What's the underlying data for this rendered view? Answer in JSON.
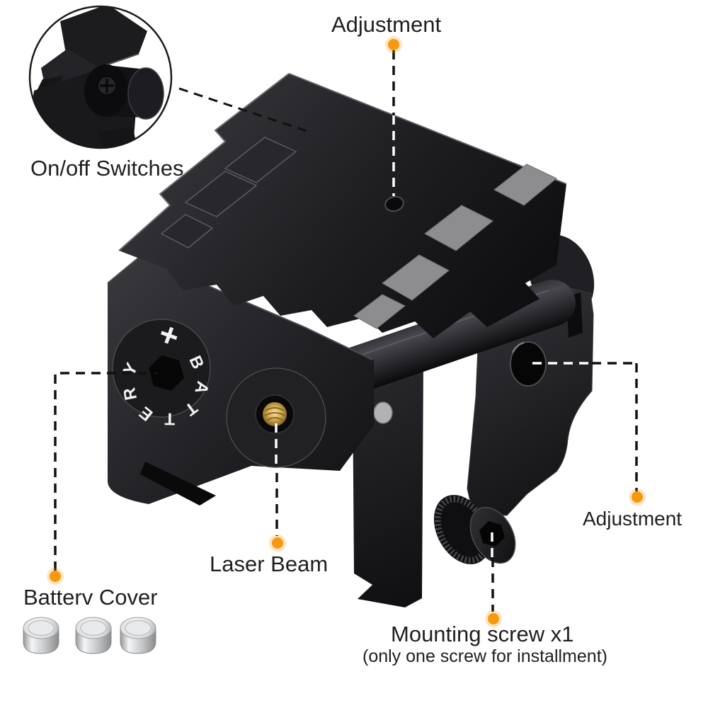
{
  "callouts": {
    "adjustment_top": "Adjustment",
    "on_off_switches": "On/off Switches",
    "battery_cover": "Batterv Cover",
    "laser_beam": "Laser Beam",
    "adjustment_side": "Adjustment",
    "mounting_screw": "Mounting screw x1",
    "mounting_screw_note": "(only one screw for installment)"
  },
  "device": {
    "battery_dial_text": "BATTERY",
    "battery_dial_polarity": "+",
    "battery_count": 3
  },
  "colors": {
    "background": "#ffffff",
    "label_text": "#1f1f1f",
    "leader_line": "#111111",
    "leader_line_on_dark": "#ffffff",
    "callout_dot": "#f6990f",
    "body_dark": "#1b1b1e",
    "facet_gray": "#8d8d8f",
    "gold_thread": "#c9a24a",
    "silver_pin": "#b0b2b4",
    "battery_silver": "#d9dadc"
  }
}
